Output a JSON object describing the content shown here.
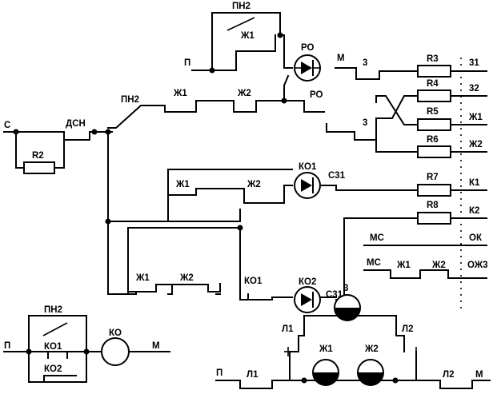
{
  "labels": {
    "pn2_top": "ПН2",
    "zh1_top": "Ж1",
    "p_top": "П",
    "ro_lamp": "РО",
    "m_top": "М",
    "s3_top": "3",
    "r3": "R3",
    "t31": "31",
    "pn2_mid": "ПН2",
    "zh1_mid": "Ж1",
    "zh2_mid": "Ж2",
    "ro_contact": "РО",
    "r4": "R4",
    "t32": "32",
    "s3_mid": "3",
    "r5": "R5",
    "tzh1": "Ж1",
    "r6": "R6",
    "tzh2": "Ж2",
    "c_left": "С",
    "dsn": "ДСН",
    "r2": "R2",
    "ko1_lamp": "КО1",
    "c31_a": "С31",
    "zh1_ko1": "Ж1",
    "zh2_ko1": "Ж2",
    "r7": "R7",
    "tk1": "К1",
    "r8": "R8",
    "tk2": "К2",
    "mc1": "МС",
    "tok": "ОК",
    "mc2": "МС",
    "zh1_ozh": "Ж1",
    "zh2_ozh": "Ж2",
    "tozh3": "ОЖ3",
    "zh1_ko2": "Ж1",
    "zh2_ko2": "Ж2",
    "ko1_contact": "КО1",
    "ko2_lamp": "КО2",
    "c31_b": "С31",
    "pn2_bot": "ПН2",
    "p_bot": "П",
    "ko1_bot": "КО1",
    "ko2_bot": "КО2",
    "ko_coil": "КО",
    "m_bot": "М",
    "s3_bell": "3",
    "l1_up": "Л1",
    "l2_up": "Л2",
    "zh1_bell": "Ж1",
    "zh2_bell": "Ж2",
    "p_bell": "П",
    "l1_low": "Л1",
    "l2_low": "Л2",
    "m_bell": "М"
  }
}
